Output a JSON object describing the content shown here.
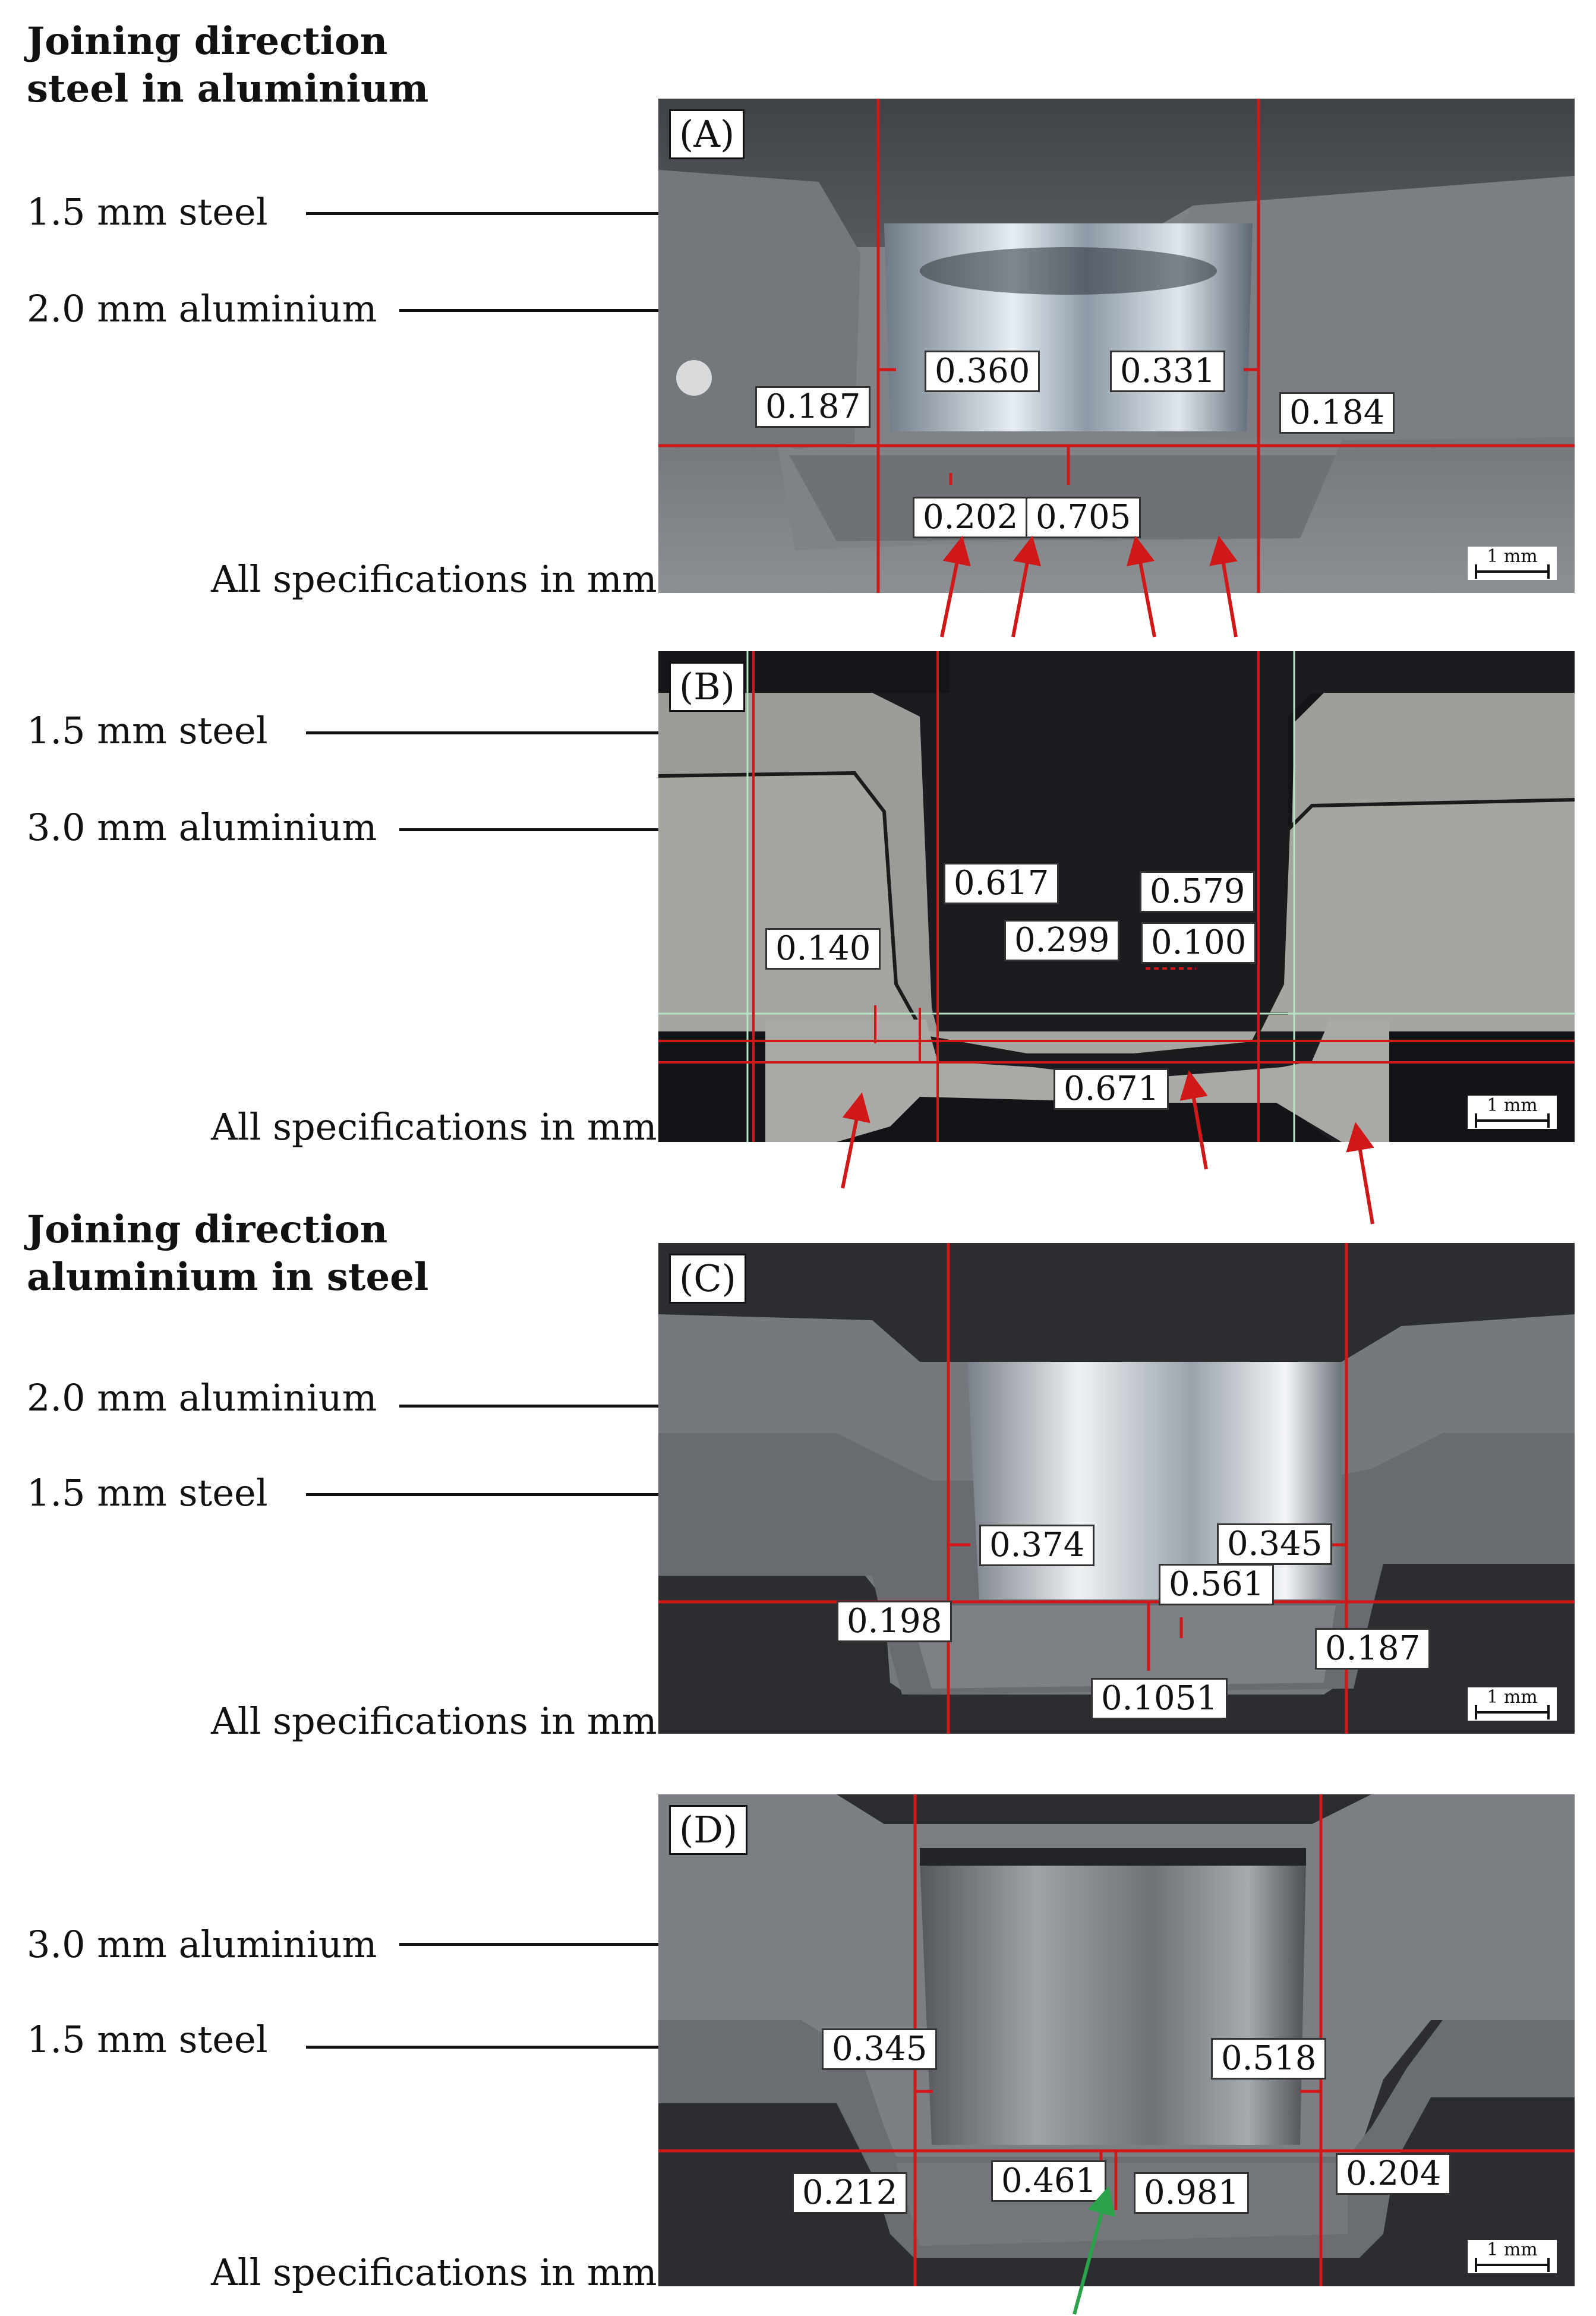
{
  "headings": {
    "steel_in_aluminium": [
      "Joining direction",
      "steel in aluminium"
    ],
    "aluminium_in_steel": [
      "Joining direction",
      "aluminium in steel"
    ]
  },
  "spec_note": "All specifications in mm",
  "scale_label": "1 mm",
  "colors": {
    "measure_lines": "#d01818",
    "arrow_red": "#d01818",
    "arrow_green": "#2aa34a"
  },
  "panels": [
    {
      "id": "A",
      "letter": "(A)",
      "layers": [
        "1.5 mm steel",
        "2.0 mm aluminium"
      ],
      "measurements": [
        "0.360",
        "0.331",
        "0.187",
        "0.184",
        "0.202",
        "0.705"
      ]
    },
    {
      "id": "B",
      "letter": "(B)",
      "layers": [
        "1.5 mm steel",
        "3.0 mm aluminium"
      ],
      "measurements": [
        "0.617",
        "0.579",
        "0.140",
        "0.299",
        "0.100",
        "0.671"
      ]
    },
    {
      "id": "C",
      "letter": "(C)",
      "layers": [
        "2.0 mm aluminium",
        "1.5 mm steel"
      ],
      "measurements": [
        "0.374",
        "0.345",
        "0.561",
        "0.198",
        "0.187",
        "0.1051"
      ]
    },
    {
      "id": "D",
      "letter": "(D)",
      "layers": [
        "3.0 mm aluminium",
        "1.5 mm steel"
      ],
      "measurements": [
        "0.345",
        "0.518",
        "0.212",
        "0.461",
        "0.981",
        "0.204"
      ]
    }
  ]
}
